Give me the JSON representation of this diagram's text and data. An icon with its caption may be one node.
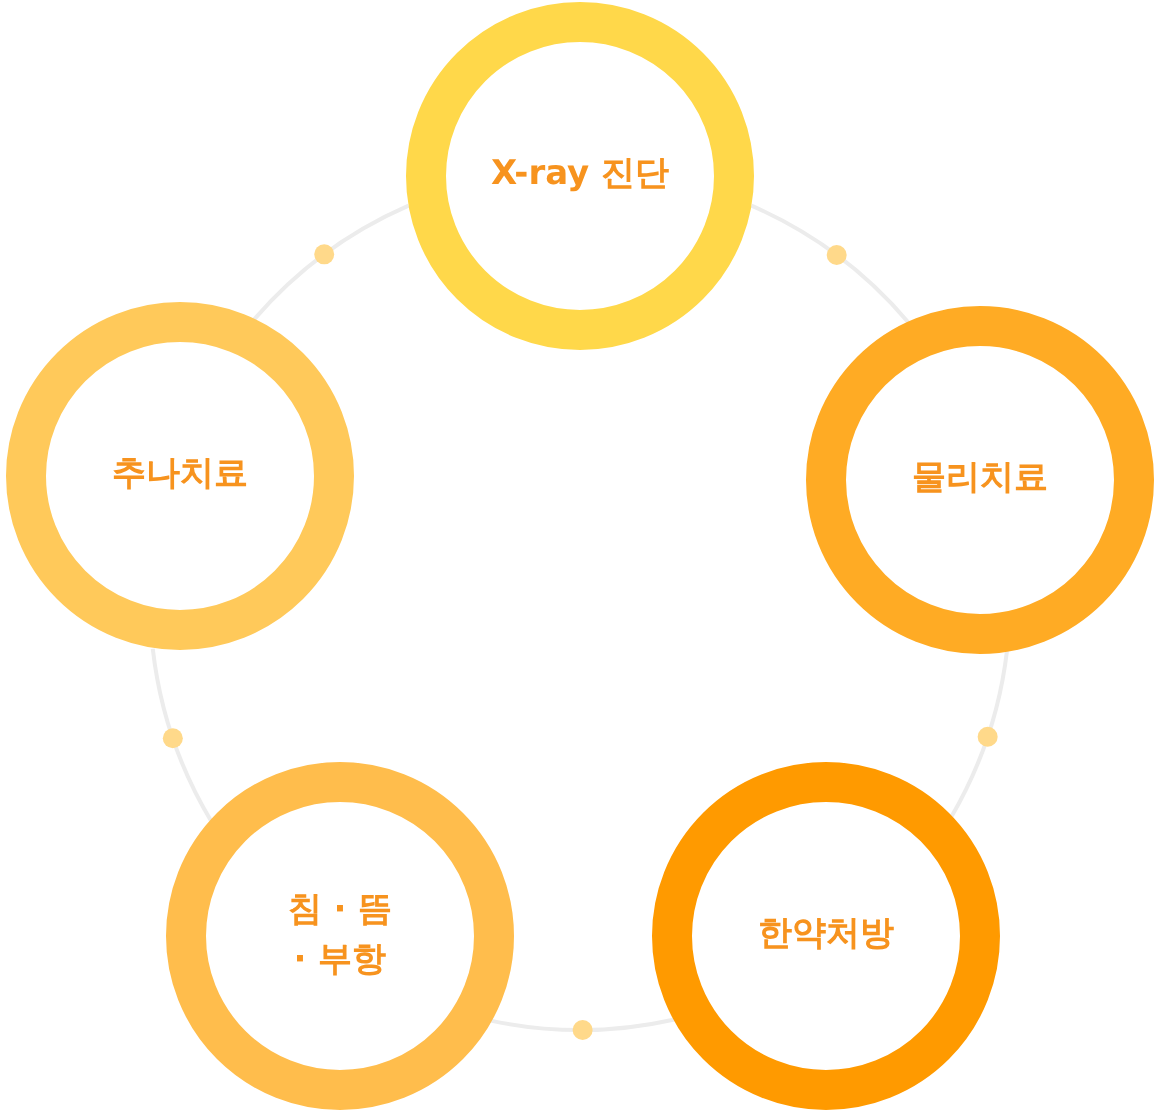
{
  "diagram": {
    "nodes": [
      {
        "text": [
          "X-ray 진단"
        ]
      },
      {
        "text": [
          "물리치료"
        ]
      },
      {
        "text": [
          "한약처방"
        ]
      },
      {
        "text": [
          "침 · 뜸 · 부항"
        ]
      },
      {
        "text": [
          "추나치료"
        ]
      }
    ],
    "edges": [
      {
        "from": 0,
        "to": 1,
        "arrow": "none"
      },
      {
        "from": 1,
        "to": 2,
        "arrow": "none"
      },
      {
        "from": 2,
        "to": 3,
        "arrow": "none"
      },
      {
        "from": 3,
        "to": 4,
        "arrow": "none"
      },
      {
        "from": 4,
        "to": 0,
        "arrow": "none"
      }
    ]
  }
}
